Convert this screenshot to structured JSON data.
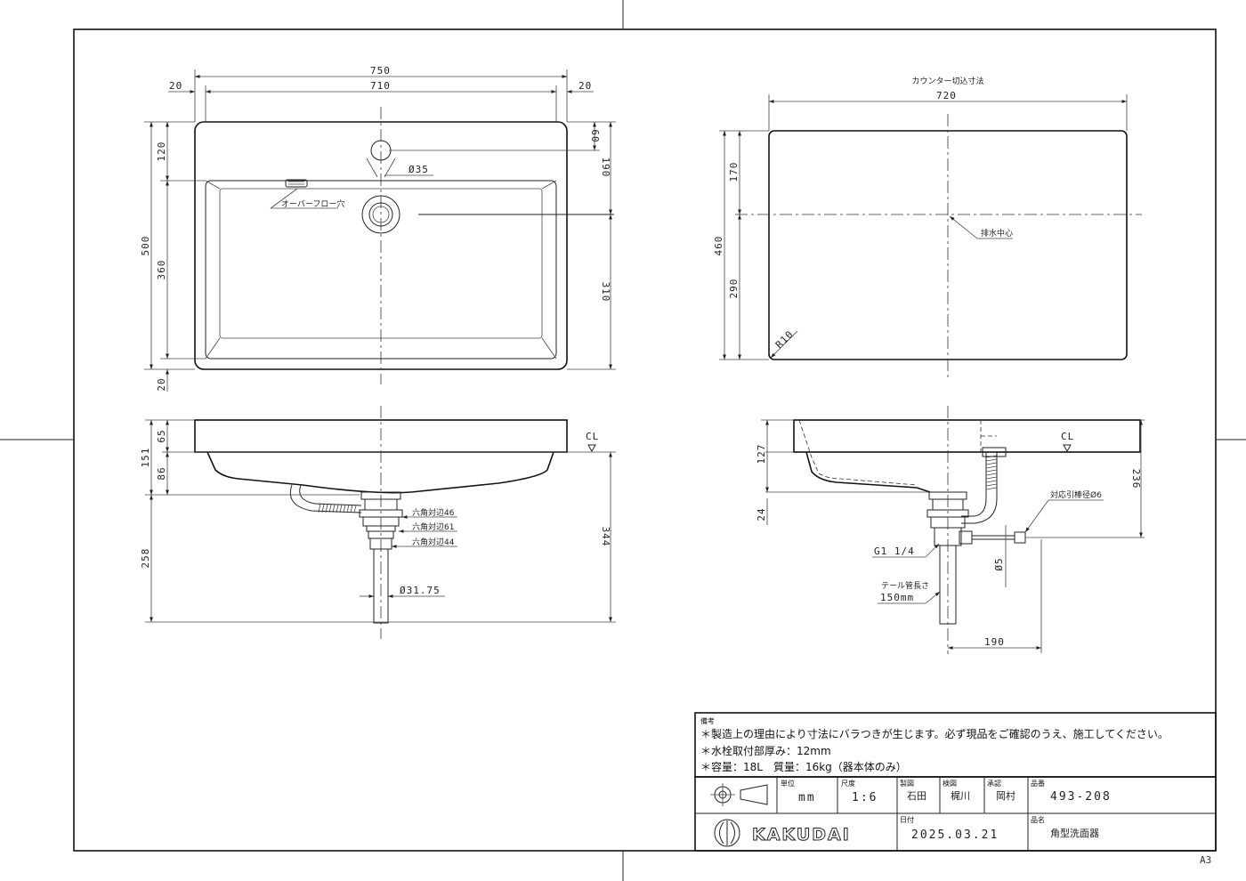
{
  "top_view": {
    "dims": {
      "width_overall": "750",
      "width_inner": "710",
      "rim_left": "20",
      "rim_right": "20",
      "faucet_offset": "120",
      "depth_overall": "500",
      "depth_bowl": "360",
      "bottom_rim": "20",
      "right_60": "60",
      "right_190": "190",
      "right_310": "310",
      "faucet_hole": "Ø35"
    },
    "overflow_label": "オーバーフロー穴"
  },
  "cutout_view": {
    "title": "カウンター切込寸法",
    "dims": {
      "width": "720",
      "depth": "460",
      "upper": "170",
      "lower": "290",
      "radius": "R10"
    },
    "drain_center_label": "排水中心"
  },
  "front_view": {
    "dims": {
      "total_height": "151",
      "rim_height": "65",
      "bowl_height": "86",
      "drain_length": "258",
      "right_height": "344",
      "pipe_diameter": "Ø31.75"
    },
    "hex_labels": [
      "六角対辺46",
      "六角対辺61",
      "六角対辺44"
    ],
    "cl_label": "CL"
  },
  "side_view": {
    "dims": {
      "height": "236",
      "top_127": "127",
      "bottom_24": "24",
      "phi_5": "Ø5",
      "offset_190": "190"
    },
    "cl_label": "CL",
    "thread_label": "G1 1/4",
    "pull_label": "対応引棒径Ø6",
    "tail_label": "テール管長さ",
    "tail_value": "150mm"
  },
  "notes": {
    "heading": "備考",
    "lines": [
      "＊製造上の理由により寸法にバラつきが生じます。必ず現品をご確認のうえ、施工してください。",
      "＊水栓取付部厚み：12mm",
      "＊容量：18L　質量：16kg（器本体のみ）"
    ]
  },
  "title_block": {
    "unit_label": "単位",
    "unit_value": "mm",
    "scale_label": "尺度",
    "scale_value": "1:6",
    "drawn_label": "製図",
    "drawn_value": "石田",
    "checked_label": "検図",
    "checked_value": "梶川",
    "approved_label": "承認",
    "approved_value": "岡村",
    "part_no_label": "品番",
    "part_no_value": "493-208",
    "date_label": "日付",
    "date_value": "2025.03.21",
    "name_label": "品名",
    "name_value": "角型洗面器",
    "logo_text": "KAKUDAI"
  },
  "sheet_size": "A3"
}
